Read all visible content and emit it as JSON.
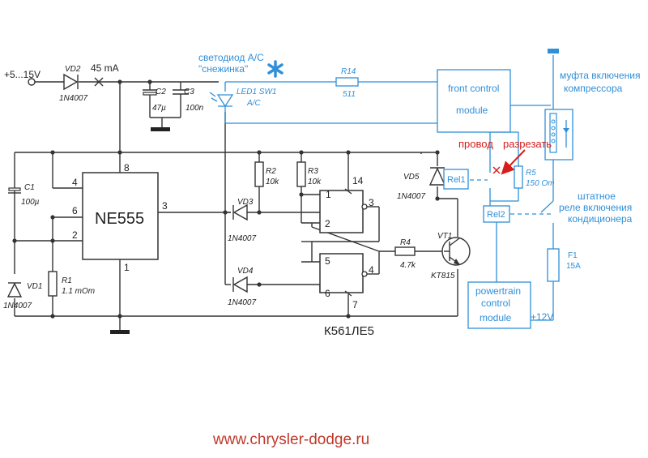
{
  "supply": {
    "voltage": "+5...15V",
    "current": "45 mA"
  },
  "components": {
    "vd2": {
      "ref": "VD2",
      "part": "1N4007"
    },
    "c2": {
      "ref": "C2",
      "value": "47µ"
    },
    "c3": {
      "ref": "C3",
      "value": "100n"
    },
    "c1": {
      "ref": "C1",
      "value": "100µ"
    },
    "vd1": {
      "ref": "VD1",
      "part": "1N4007"
    },
    "r1": {
      "ref": "R1",
      "value": "1.1 mOm"
    },
    "ic1": {
      "name": "NE555",
      "pin1": "1",
      "pin2": "2",
      "pin3": "3",
      "pin4": "4",
      "pin6": "6",
      "pin8": "8"
    },
    "vd3": {
      "ref": "VD3",
      "part": "1N4007"
    },
    "vd4": {
      "ref": "VD4",
      "part": "1N4007"
    },
    "r2": {
      "ref": "R2",
      "value": "10k"
    },
    "r3": {
      "ref": "R3",
      "value": "10k"
    },
    "ic2": {
      "name": "К561ЛЕ5",
      "pin1": "1",
      "pin2": "2",
      "pin3": "3",
      "pin4": "4",
      "pin5": "5",
      "pin6": "6",
      "pin7": "7",
      "pin14": "14"
    },
    "vd5": {
      "ref": "VD5",
      "part": "1N4007"
    },
    "r4": {
      "ref": "R4",
      "value": "4.7k"
    },
    "vt1": {
      "ref": "VT1",
      "part": "KT815"
    },
    "r14": {
      "ref": "R14",
      "value": "511"
    },
    "led": {
      "label_line1": "светодиод A/C",
      "label_line2": "\"снежинка\"",
      "ref": "LED1 SW1",
      "function": "A/C"
    },
    "rel1": {
      "ref": "Rel1"
    },
    "rel2": {
      "ref": "Rel2"
    },
    "r5": {
      "ref": "R5",
      "value": "150 Om"
    },
    "f1": {
      "ref": "F1",
      "value": "15A"
    }
  },
  "labels": {
    "front_control_line1": "front control",
    "front_control_line2": "module",
    "powertrain_line1": "powertrain",
    "powertrain_line2": "control",
    "powertrain_line3": "module",
    "plus12": "+12V",
    "clutch_line1": "муфта включения",
    "clutch_line2": "компрессора",
    "relay_line1": "штатное",
    "relay_line2": "реле включения",
    "relay_line3": "кондиционера",
    "wire": "провод",
    "cut": "разрезать"
  },
  "footer": {
    "url": "www.chrysler-dodge.ru"
  },
  "colors": {
    "wire": "#333333",
    "blue": "#2f8fd8",
    "red": "#d81b1b",
    "footer": "#c0392b"
  }
}
